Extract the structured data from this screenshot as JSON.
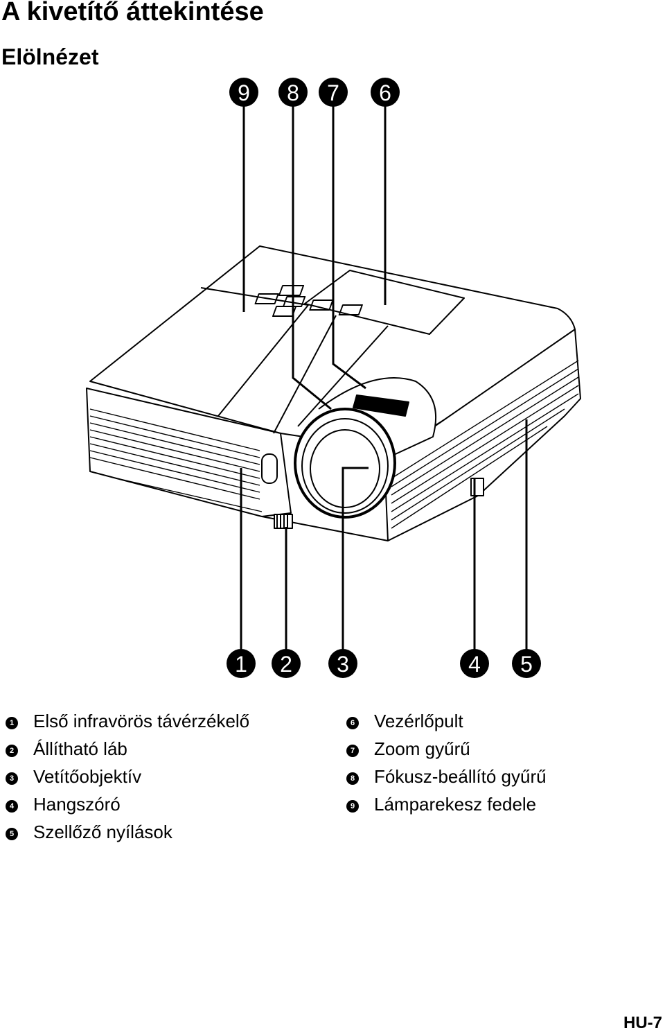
{
  "page": {
    "title": "A kivetítő áttekintése",
    "subtitle": "Elölnézet",
    "page_number": "HU-7"
  },
  "callouts_top": [
    {
      "number": "9"
    },
    {
      "number": "8"
    },
    {
      "number": "7"
    },
    {
      "number": "6"
    }
  ],
  "callouts_bottom": [
    {
      "number": "1"
    },
    {
      "number": "2"
    },
    {
      "number": "3"
    },
    {
      "number": "4"
    },
    {
      "number": "5"
    }
  ],
  "legend_left": [
    {
      "number": "1",
      "label": "Első infravörös távérzékelő"
    },
    {
      "number": "2",
      "label": "Állítható láb"
    },
    {
      "number": "3",
      "label": "Vetítőobjektív"
    },
    {
      "number": "4",
      "label": "Hangszóró"
    },
    {
      "number": "5",
      "label": "Szellőző nyílások"
    }
  ],
  "legend_right": [
    {
      "number": "6",
      "label": "Vezérlőpult"
    },
    {
      "number": "7",
      "label": "Zoom gyűrű"
    },
    {
      "number": "8",
      "label": "Fókusz-beállító gyűrű"
    },
    {
      "number": "9",
      "label": "Lámparekesz fedele"
    }
  ]
}
